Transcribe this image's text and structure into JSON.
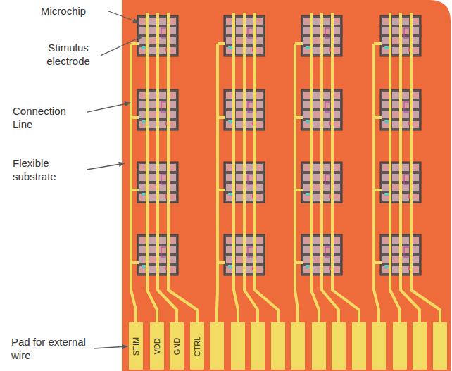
{
  "diagram": {
    "nodes": [
      {
        "text": [
          "STIM"
        ]
      },
      {
        "text": [
          "VDD"
        ]
      },
      {
        "text": [
          "GND"
        ]
      },
      {
        "text": [
          "CTRL"
        ]
      }
    ],
    "labels": [
      "Microchip",
      "Stimulus electrode",
      "Connection Line",
      "Flexible substrate",
      "Pad for external wire"
    ]
  }
}
